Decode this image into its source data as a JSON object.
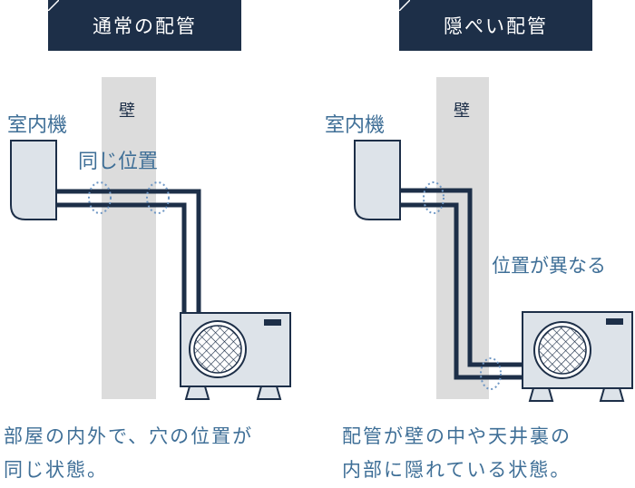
{
  "left": {
    "header": "通常の配管",
    "wall_label": "壁",
    "indoor_label": "室内機",
    "hole_label": "同じ位置",
    "caption_line1": "部屋の内外で、穴の位置が",
    "caption_line2": "同じ状態。"
  },
  "right": {
    "header": "隠ぺい配管",
    "wall_label": "壁",
    "indoor_label": "室内機",
    "hole_label": "位置が異なる",
    "caption_line1": "配管が壁の中や天井裏の",
    "caption_line2": "内部に隠れている状態。"
  },
  "colors": {
    "navy": "#1d2f48",
    "text_blue": "#3f6f97",
    "wall_gray": "#dcdcdc",
    "unit_fill": "#dde3e9",
    "hole_blue": "#6f97c4"
  }
}
